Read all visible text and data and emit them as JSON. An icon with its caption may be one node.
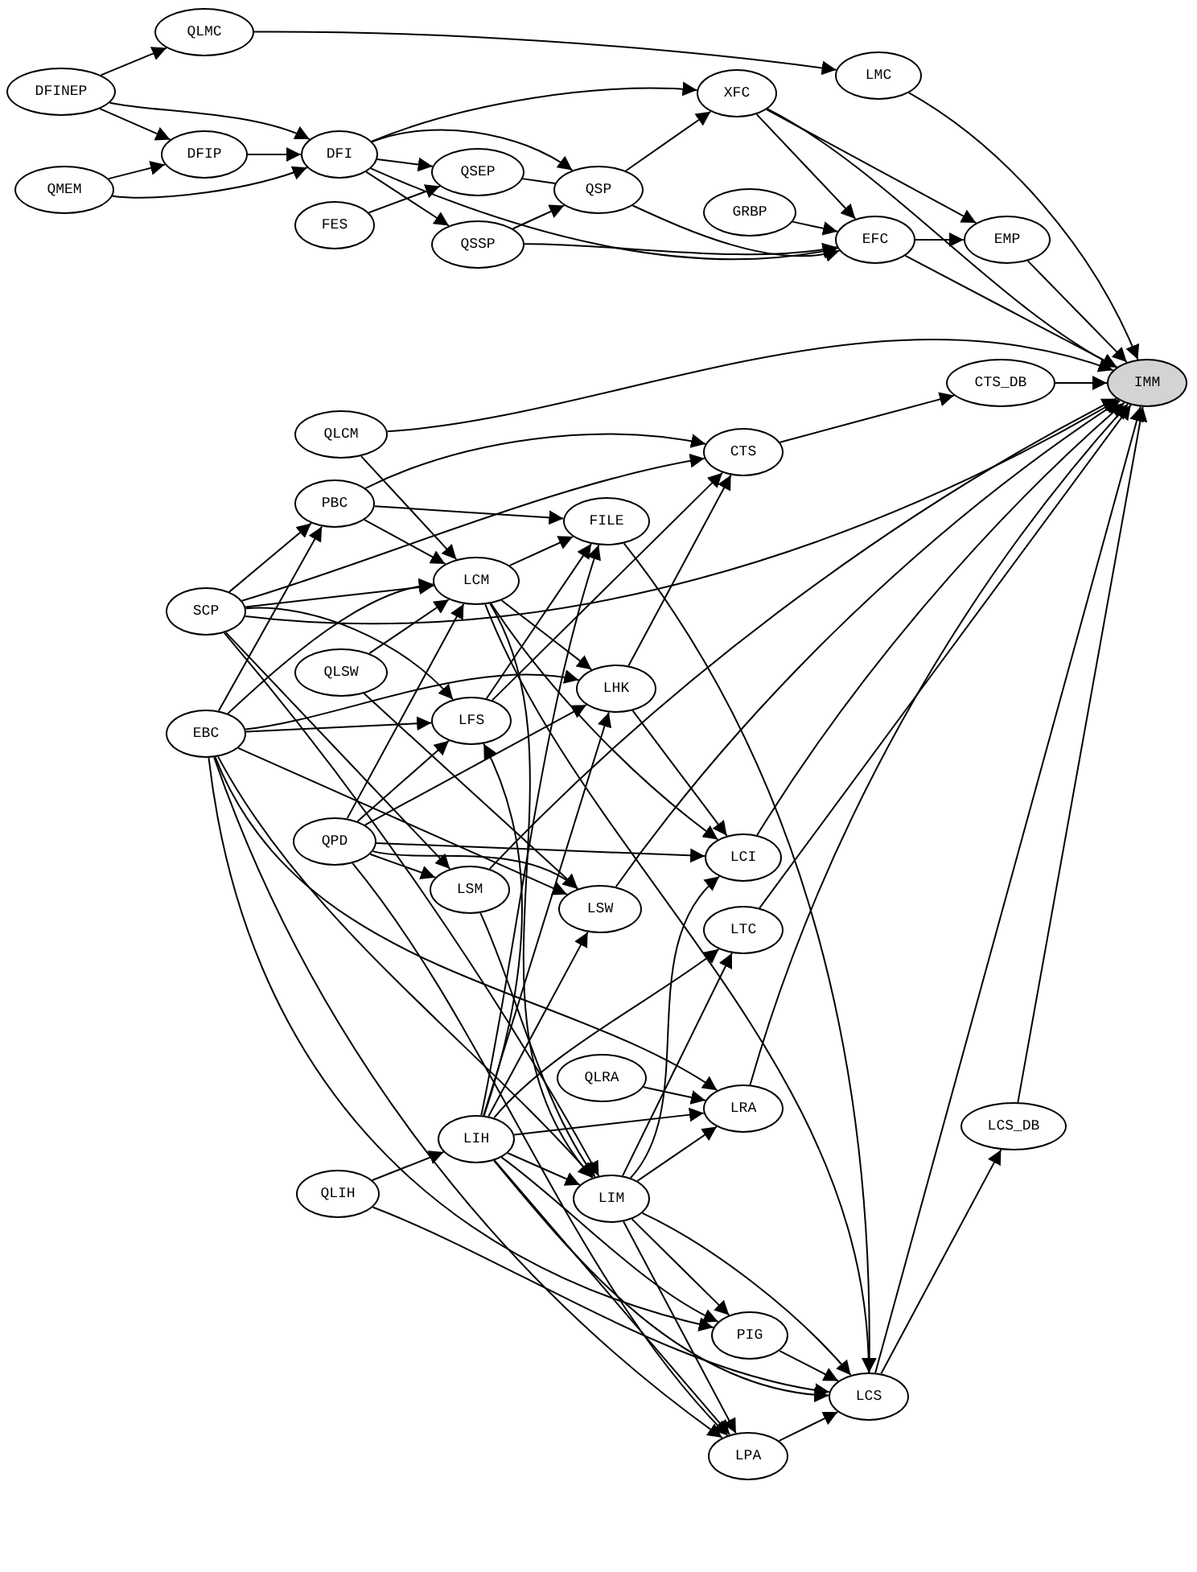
{
  "diagram": {
    "nodes": [
      {
        "text": [
          "QLMC"
        ]
      },
      {
        "text": [
          "DFINEP"
        ]
      },
      {
        "text": [
          "DFIP"
        ]
      },
      {
        "text": [
          "DFI"
        ]
      },
      {
        "text": [
          "QMEM"
        ]
      },
      {
        "text": [
          "FES"
        ]
      },
      {
        "text": [
          "QSEP"
        ]
      },
      {
        "text": [
          "QSSP"
        ]
      },
      {
        "text": [
          "QSP"
        ]
      },
      {
        "text": [
          "XFC"
        ]
      },
      {
        "text": [
          "LMC"
        ]
      },
      {
        "text": [
          "GRBP"
        ]
      },
      {
        "text": [
          "EFC"
        ]
      },
      {
        "text": [
          "EMP"
        ]
      },
      {
        "text": [
          "CTS_DB"
        ]
      },
      {
        "text": [
          "IMM"
        ]
      },
      {
        "text": [
          "QLCM"
        ]
      },
      {
        "text": [
          "CTS"
        ]
      },
      {
        "text": [
          "PBC"
        ]
      },
      {
        "text": [
          "FILE"
        ]
      },
      {
        "text": [
          "SCP"
        ]
      },
      {
        "text": [
          "LCM"
        ]
      },
      {
        "text": [
          "QLSW"
        ]
      },
      {
        "text": [
          "LHK"
        ]
      },
      {
        "text": [
          "LFS"
        ]
      },
      {
        "text": [
          "EBC"
        ]
      },
      {
        "text": [
          "QPD"
        ]
      },
      {
        "text": [
          "LCI"
        ]
      },
      {
        "text": [
          "LSM"
        ]
      },
      {
        "text": [
          "LSW"
        ]
      },
      {
        "text": [
          "LTC"
        ]
      },
      {
        "text": [
          "QLRA"
        ]
      },
      {
        "text": [
          "LRA"
        ]
      },
      {
        "text": [
          "LCS_DB"
        ]
      },
      {
        "text": [
          "LIH"
        ]
      },
      {
        "text": [
          "QLIH"
        ]
      },
      {
        "text": [
          "LIM"
        ]
      },
      {
        "text": [
          "PIG"
        ]
      },
      {
        "text": [
          "LCS"
        ]
      },
      {
        "text": [
          "LPA"
        ]
      }
    ],
    "edges": [
      {
        "from": 1,
        "to": 0,
        "arrow": "to"
      },
      {
        "from": 1,
        "to": 2,
        "arrow": "to"
      },
      {
        "from": 1,
        "to": 3,
        "arrow": "to"
      },
      {
        "from": 4,
        "to": 2,
        "arrow": "to"
      },
      {
        "from": 4,
        "to": 3,
        "arrow": "to"
      },
      {
        "from": 2,
        "to": 3,
        "arrow": "to"
      },
      {
        "from": 3,
        "to": 6,
        "arrow": "to"
      },
      {
        "from": 3,
        "to": 7,
        "arrow": "to"
      },
      {
        "from": 3,
        "to": 8,
        "arrow": "to"
      },
      {
        "from": 3,
        "to": 9,
        "arrow": "to"
      },
      {
        "from": 3,
        "to": 12,
        "arrow": "to"
      },
      {
        "from": 5,
        "to": 6,
        "arrow": "to"
      },
      {
        "from": 6,
        "to": 8,
        "arrow": "to"
      },
      {
        "from": 7,
        "to": 8,
        "arrow": "to"
      },
      {
        "from": 7,
        "to": 12,
        "arrow": "to"
      },
      {
        "from": 8,
        "to": 9,
        "arrow": "to"
      },
      {
        "from": 8,
        "to": 12,
        "arrow": "to"
      },
      {
        "from": 0,
        "to": 10,
        "arrow": "to"
      },
      {
        "from": 9,
        "to": 12,
        "arrow": "to"
      },
      {
        "from": 9,
        "to": 13,
        "arrow": "to"
      },
      {
        "from": 9,
        "to": 15,
        "arrow": "to"
      },
      {
        "from": 11,
        "to": 12,
        "arrow": "to"
      },
      {
        "from": 12,
        "to": 13,
        "arrow": "to"
      },
      {
        "from": 12,
        "to": 15,
        "arrow": "to"
      },
      {
        "from": 13,
        "to": 15,
        "arrow": "to"
      },
      {
        "from": 10,
        "to": 15,
        "arrow": "to"
      },
      {
        "from": 17,
        "to": 14,
        "arrow": "to"
      },
      {
        "from": 14,
        "to": 15,
        "arrow": "to"
      },
      {
        "from": 33,
        "to": 15,
        "arrow": "to"
      },
      {
        "from": 38,
        "to": 33,
        "arrow": "to"
      },
      {
        "from": 38,
        "to": 15,
        "arrow": "to"
      },
      {
        "from": 20,
        "to": 15,
        "arrow": "to"
      },
      {
        "from": 16,
        "to": 15,
        "arrow": "to"
      },
      {
        "from": 16,
        "to": 21,
        "arrow": "to"
      },
      {
        "from": 18,
        "to": 21,
        "arrow": "to"
      },
      {
        "from": 18,
        "to": 19,
        "arrow": "to"
      },
      {
        "from": 18,
        "to": 17,
        "arrow": "to"
      },
      {
        "from": 20,
        "to": 18,
        "arrow": "to"
      },
      {
        "from": 20,
        "to": 21,
        "arrow": "to"
      },
      {
        "from": 20,
        "to": 24,
        "arrow": "to"
      },
      {
        "from": 20,
        "to": 28,
        "arrow": "to"
      },
      {
        "from": 20,
        "to": 17,
        "arrow": "to"
      },
      {
        "from": 25,
        "to": 18,
        "arrow": "to"
      },
      {
        "from": 25,
        "to": 21,
        "arrow": "to"
      },
      {
        "from": 25,
        "to": 24,
        "arrow": "to"
      },
      {
        "from": 25,
        "to": 23,
        "arrow": "to"
      },
      {
        "from": 25,
        "to": 29,
        "arrow": "to"
      },
      {
        "from": 25,
        "to": 36,
        "arrow": "to"
      },
      {
        "from": 25,
        "to": 32,
        "arrow": "to"
      },
      {
        "from": 22,
        "to": 21,
        "arrow": "to"
      },
      {
        "from": 22,
        "to": 29,
        "arrow": "to"
      },
      {
        "from": 21,
        "to": 19,
        "arrow": "to"
      },
      {
        "from": 21,
        "to": 23,
        "arrow": "to"
      },
      {
        "from": 21,
        "to": 38,
        "arrow": "to"
      },
      {
        "from": 21,
        "to": 36,
        "arrow": "to"
      },
      {
        "from": 21,
        "to": 27,
        "arrow": "to"
      },
      {
        "from": 24,
        "to": 19,
        "arrow": "to"
      },
      {
        "from": 26,
        "to": 21,
        "arrow": "to"
      },
      {
        "from": 26,
        "to": 24,
        "arrow": "to"
      },
      {
        "from": 26,
        "to": 23,
        "arrow": "to"
      },
      {
        "from": 26,
        "to": 28,
        "arrow": "to"
      },
      {
        "from": 26,
        "to": 27,
        "arrow": "to"
      },
      {
        "from": 26,
        "to": 29,
        "arrow": "to"
      },
      {
        "from": 26,
        "to": 39,
        "arrow": "to"
      },
      {
        "from": 23,
        "to": 17,
        "arrow": "to"
      },
      {
        "from": 23,
        "to": 27,
        "arrow": "to"
      },
      {
        "from": 28,
        "to": 36,
        "arrow": "to"
      },
      {
        "from": 28,
        "to": 15,
        "arrow": "to"
      },
      {
        "from": 29,
        "to": 15,
        "arrow": "to"
      },
      {
        "from": 19,
        "to": 38,
        "arrow": "to"
      },
      {
        "from": 27,
        "to": 15,
        "arrow": "to"
      },
      {
        "from": 30,
        "to": 15,
        "arrow": "to"
      },
      {
        "from": 32,
        "to": 15,
        "arrow": "to"
      },
      {
        "from": 34,
        "to": 24,
        "arrow": "to"
      },
      {
        "from": 34,
        "to": 19,
        "arrow": "to"
      },
      {
        "from": 34,
        "to": 29,
        "arrow": "to"
      },
      {
        "from": 34,
        "to": 30,
        "arrow": "to"
      },
      {
        "from": 34,
        "to": 32,
        "arrow": "to"
      },
      {
        "from": 34,
        "to": 36,
        "arrow": "to"
      },
      {
        "from": 34,
        "to": 37,
        "arrow": "to"
      },
      {
        "from": 34,
        "to": 39,
        "arrow": "to"
      },
      {
        "from": 35,
        "to": 34,
        "arrow": "to"
      },
      {
        "from": 35,
        "to": 38,
        "arrow": "to"
      },
      {
        "from": 31,
        "to": 32,
        "arrow": "to"
      },
      {
        "from": 36,
        "to": 27,
        "arrow": "to"
      },
      {
        "from": 36,
        "to": 30,
        "arrow": "to"
      },
      {
        "from": 36,
        "to": 32,
        "arrow": "to"
      },
      {
        "from": 36,
        "to": 37,
        "arrow": "to"
      },
      {
        "from": 36,
        "to": 39,
        "arrow": "to"
      },
      {
        "from": 36,
        "to": 38,
        "arrow": "to"
      },
      {
        "from": 37,
        "to": 38,
        "arrow": "to"
      },
      {
        "from": 39,
        "to": 38,
        "arrow": "to"
      },
      {
        "from": 34,
        "to": 38,
        "arrow": "to"
      },
      {
        "from": 25,
        "to": 37,
        "arrow": "to"
      },
      {
        "from": 25,
        "to": 39,
        "arrow": "to"
      },
      {
        "from": 24,
        "to": 17,
        "arrow": "to"
      },
      {
        "from": 34,
        "to": 23,
        "arrow": "to"
      },
      {
        "from": 20,
        "to": 36,
        "arrow": "to"
      }
    ]
  }
}
